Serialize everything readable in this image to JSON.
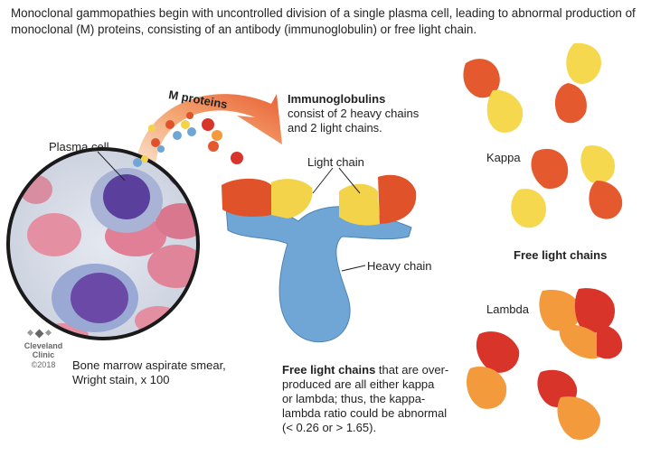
{
  "intro": "Monoclonal gammopathies begin with uncontrolled division of a single plasma cell, leading to abnormal production of monoclonal (M) proteins, consisting of an antibody (immunoglobulin) or free light chain.",
  "arrow_label": "M proteins",
  "plasma_cell_label": "Plasma cell",
  "immunoglobulins": {
    "title": "Immunoglobulins",
    "line1": "consist of 2 heavy chains",
    "line2": "and 2 light chains."
  },
  "light_chain_label": "Light chain",
  "heavy_chain_label": "Heavy chain",
  "kappa_label": "Kappa",
  "lambda_label": "Lambda",
  "free_light_chains_label": "Free light chains",
  "caption": {
    "line1": "Bone marrow aspirate smear,",
    "line2": "Wright stain, x 100"
  },
  "logo": {
    "line1": "Cleveland",
    "line2": "Clinic",
    "line3": "©2018"
  },
  "note": {
    "bold": "Free light chains",
    "line1": " that are over-",
    "line2": "produced are all either kappa",
    "line3": "or lambda; thus, the kappa-",
    "line4": "lambda ratio could be abnormal",
    "line5": "(< 0.26 or > 1.65)."
  },
  "colors": {
    "heavy_chain_blue": "#6fa6d6",
    "light_chain_red": "#e0532a",
    "light_chain_yellow": "#f2d34a",
    "kappa_red": "#e4592e",
    "kappa_yellow": "#f5d84e",
    "lambda_red": "#d9342a",
    "lambda_orange": "#f29a3c",
    "arrow_orange": "#e8582a",
    "cell_purple": "#5b3f9c",
    "rbc_pink": "#e58fa2"
  }
}
